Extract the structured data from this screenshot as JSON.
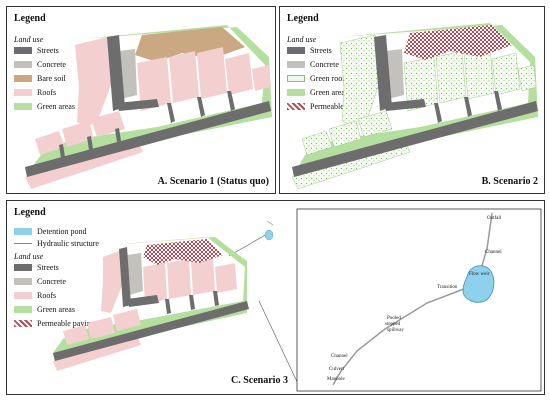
{
  "colors": {
    "streets": "#6d6d6d",
    "concrete": "#c3c1bb",
    "bare_soil": "#c9a882",
    "roofs": "#f3cfcf",
    "green_areas": "#b5df9e",
    "green_roofs": "#eef7e9",
    "permeable_paving": "#b84a55",
    "detention_pond": "#8fd0ec",
    "hydraulic_structure": "#8a8a8a"
  },
  "panel_a": {
    "legend_title": "Legend",
    "land_use_label": "Land use",
    "items": [
      "Streets",
      "Concrete",
      "Bare soil",
      "Roofs",
      "Green areas"
    ],
    "caption": "A. Scenario 1 (Status quo)"
  },
  "panel_b": {
    "legend_title": "Legend",
    "land_use_label": "Land use",
    "items": [
      "Streets",
      "Concrete",
      "Green roofs",
      "Green areas",
      "Permeable paving"
    ],
    "caption": "B. Scenario 2"
  },
  "panel_c": {
    "legend_title": "Legend",
    "structure_items": [
      "Detention pond",
      "Hydraulic structure"
    ],
    "land_use_label": "Land use",
    "items": [
      "Streets",
      "Concrete",
      "Roofs",
      "Green areas",
      "Permeable paving"
    ],
    "caption": "C. Scenario 3",
    "inset_labels": {
      "outfall": "Outfall",
      "channel_upper": "Channel",
      "flow_weir": "Flow weir",
      "transition": "Transition",
      "spillway_line1": "Pooled",
      "spillway_line2": "stepped",
      "spillway_line3": "spillway",
      "channel_lower": "Channel",
      "culvert": "Culvert",
      "manhole": "Manhole"
    }
  }
}
